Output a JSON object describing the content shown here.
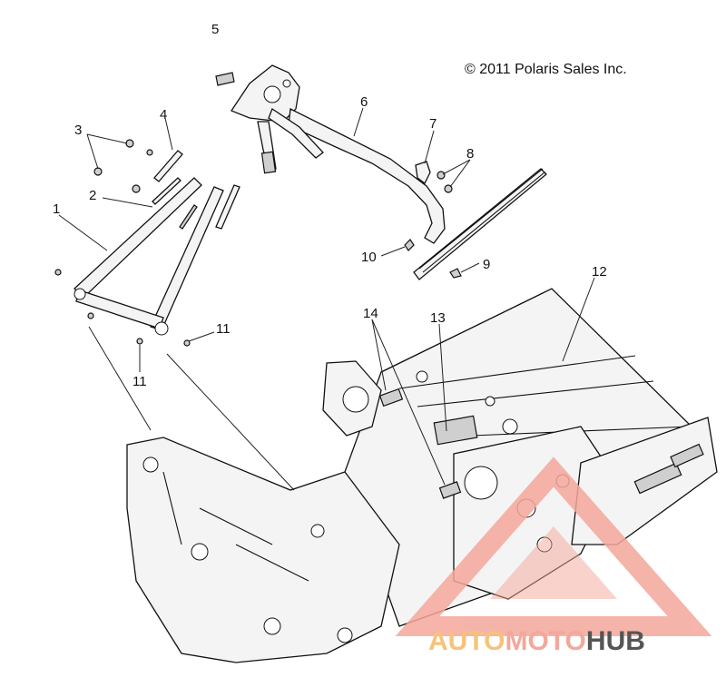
{
  "copyright": "© 2011 Polaris Sales Inc.",
  "callouts": [
    "1",
    "2",
    "3",
    "4",
    "5",
    "6",
    "7",
    "8",
    "9",
    "10",
    "11",
    "11",
    "12",
    "13",
    "14"
  ],
  "watermark": {
    "part1": "AUTO",
    "part2": "MOTO",
    "part3": "HUB",
    "color_primary": "#f4a79b",
    "color_secondary": "#f7c27a",
    "color_dark": "#555555"
  }
}
